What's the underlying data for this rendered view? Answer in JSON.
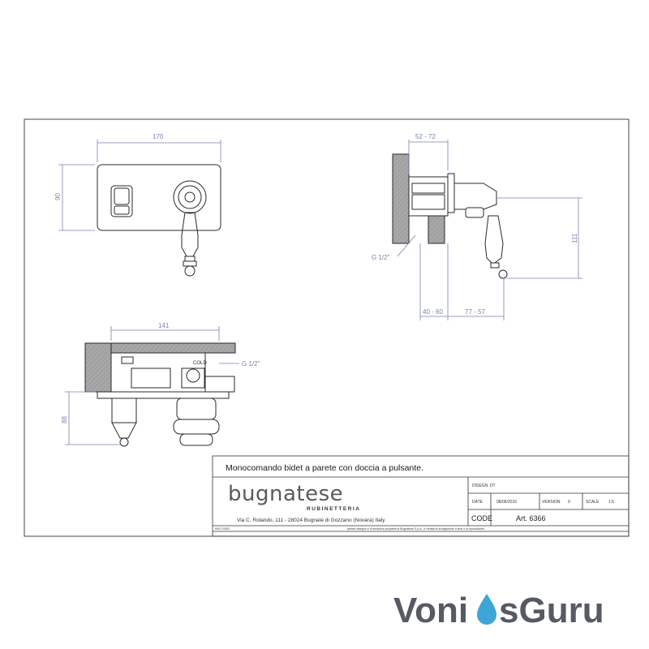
{
  "title_block": {
    "description": "Monocomando bidet a parete con doccia a pulsante.",
    "brand_name": "bugnatese",
    "brand_sub": "RUBINETTERIA",
    "address": "Via C. Rolando, 111 - 28024 Bugnate di Gozzano (Novara) Italy",
    "drawn_by": "DISEGN. DT",
    "date_label": "DATE",
    "date_value": "08/06/2015",
    "version_label": "VERSION",
    "version_value": "0",
    "scale_label": "SCALE",
    "scale_value": "1:5",
    "code_label": "CODE",
    "code_value": "Art. 6366",
    "disclaimer": "questo disegno è di esclusiva proprietà di Bugnatese S.p.A.; è vietata la divulgazione a terzi o la riproduzione",
    "sheet_ref": "ING 03/02"
  },
  "dimensions": {
    "front_width": "170",
    "front_height": "90",
    "side_depth": "52 - 72",
    "side_thread": "G 1/2\"",
    "side_height": "111",
    "side_bottom_left": "40 - 60",
    "side_bottom_right": "77 - 57",
    "top_width": "141",
    "top_thread": "G 1/2\"",
    "top_height": "88",
    "cold_label": "COLD"
  },
  "watermark": {
    "part1": "Voni",
    "part2": "sGuru"
  },
  "colors": {
    "line": "#2a2a2a",
    "dimension": "#7a7fb0",
    "wall_hatch": "#9a9a9a",
    "watermark_text": "#555a63",
    "watermark_drop": "#3ea6d6"
  }
}
